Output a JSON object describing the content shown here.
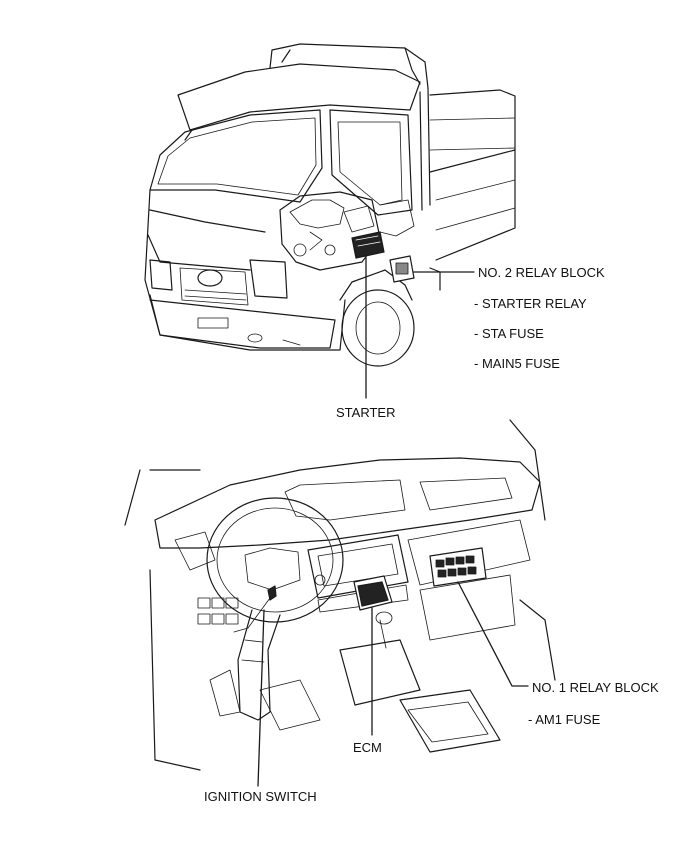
{
  "labels": {
    "no2_relay_block": "NO. 2 RELAY BLOCK",
    "starter_relay": "STARTER RELAY",
    "sta_fuse": "STA FUSE",
    "main5_fuse": "MAIN5 FUSE",
    "starter": "STARTER",
    "no1_relay_block": "NO. 1 RELAY BLOCK",
    "am1_fuse": "AM1 FUSE",
    "ecm": "ECM",
    "ignition_switch": "IGNITION SWITCH"
  },
  "sublist_marker": "-"
}
